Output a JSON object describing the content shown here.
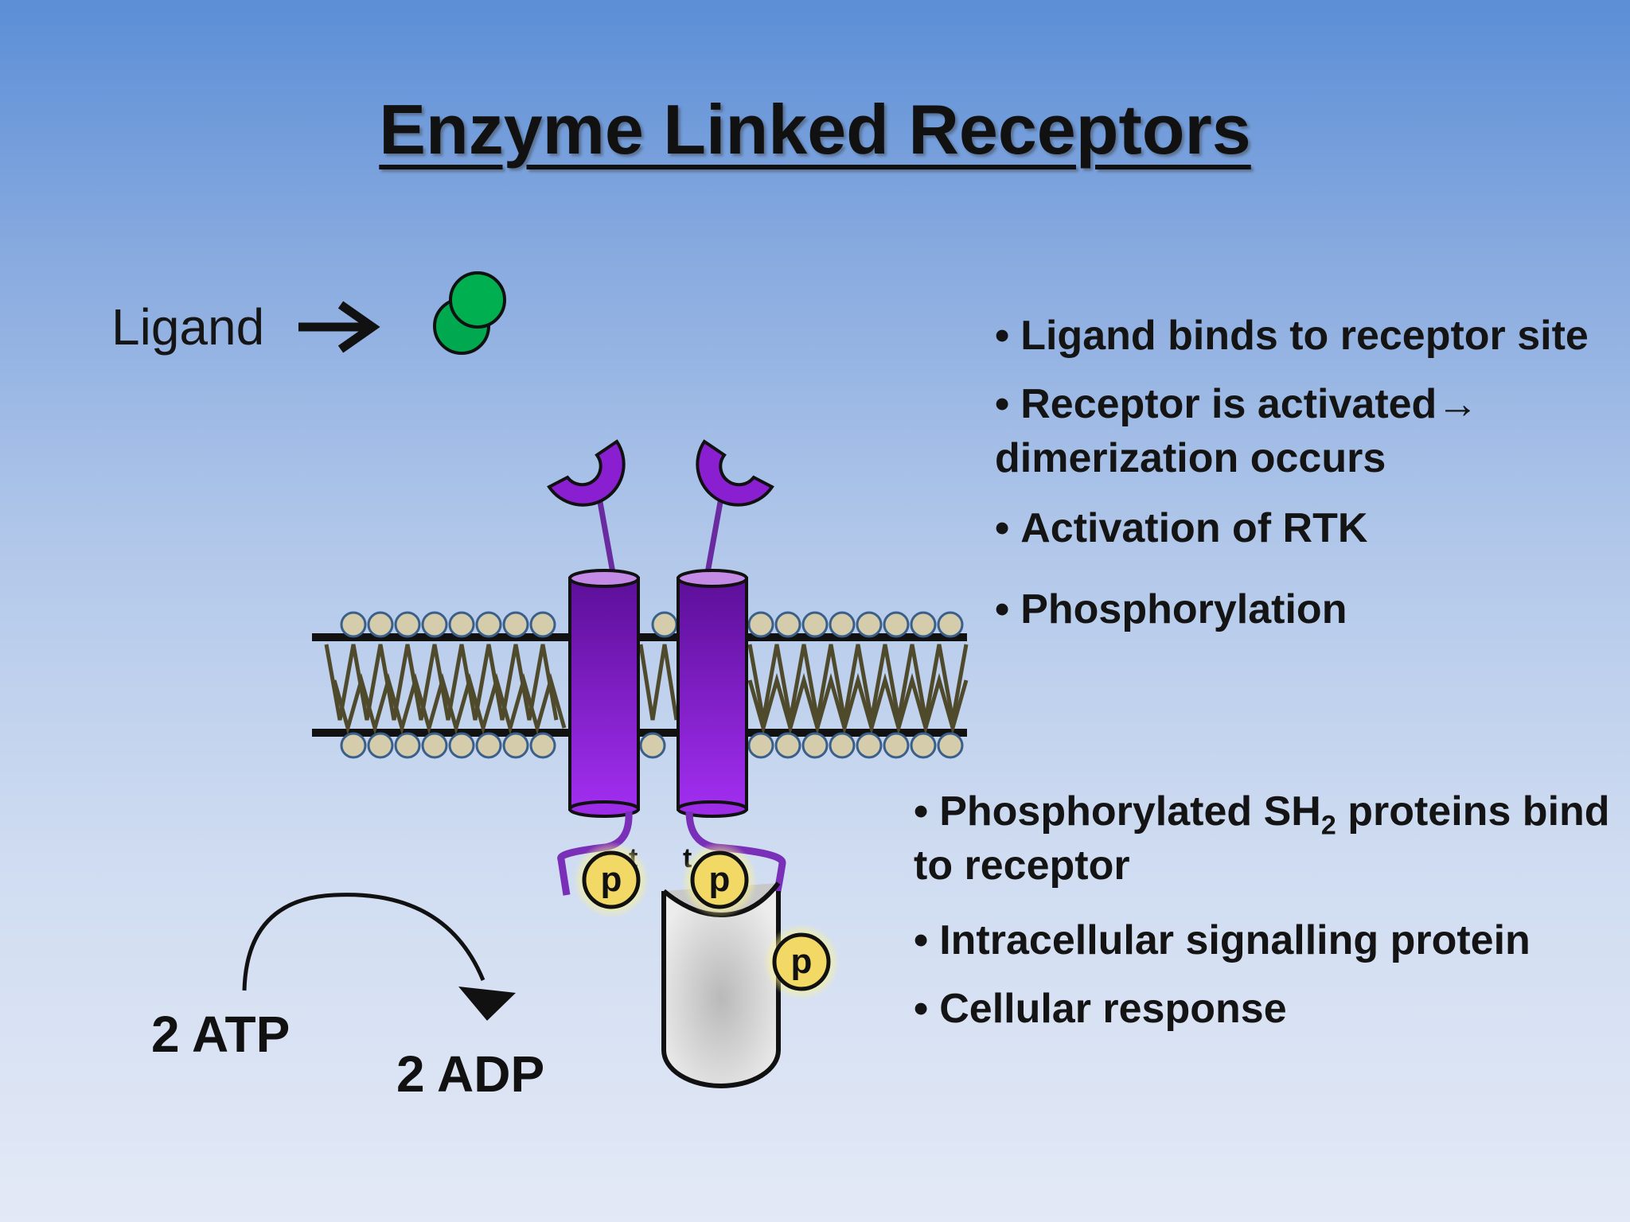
{
  "slide": {
    "title": "Enzyme Linked Receptors"
  },
  "diagram": {
    "ligand_label": "Ligand",
    "atp_label": "2 ATP",
    "adp_label": "2 ADP",
    "phosphate_label": "p",
    "colors": {
      "ligand": "#00a84f",
      "receptor": "#8a1fd1",
      "membrane_head": "#d4ccaa",
      "membrane_tail": "#4f4a2b",
      "phosphate": "#f2d965",
      "signalling_protein": "#d8d8d8"
    }
  },
  "bullets_upper": [
    {
      "mark": "•",
      "text": "Ligand binds to receptor site"
    },
    {
      "mark": "•",
      "text": "Receptor is activated→ dimerization occurs"
    },
    {
      "mark": "•",
      "text": "Activation of RTK"
    },
    {
      "mark": "•",
      "text": "Phosphorylation"
    }
  ],
  "bullets_lower": [
    {
      "mark": "•",
      "text_before": "Phosphorylated SH",
      "subscript": "2",
      "text_after": " proteins bind to receptor"
    },
    {
      "mark": "•",
      "text": "Intracellular signalling protein"
    },
    {
      "mark": "•",
      "text": "Cellular response"
    }
  ]
}
